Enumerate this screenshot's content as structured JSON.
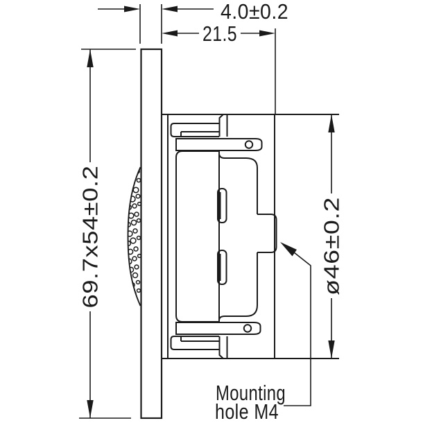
{
  "drawing": {
    "background": "#ffffff",
    "line_color": "#1a1a1a",
    "dimensions": {
      "flange_thickness": "4.0±0.2",
      "depth": "21.5",
      "faceplate": "69.7x54±0.2",
      "body_diameter": "ø46±0.2"
    },
    "leader": {
      "line1": "Mounting",
      "line2": "hole M4"
    }
  }
}
